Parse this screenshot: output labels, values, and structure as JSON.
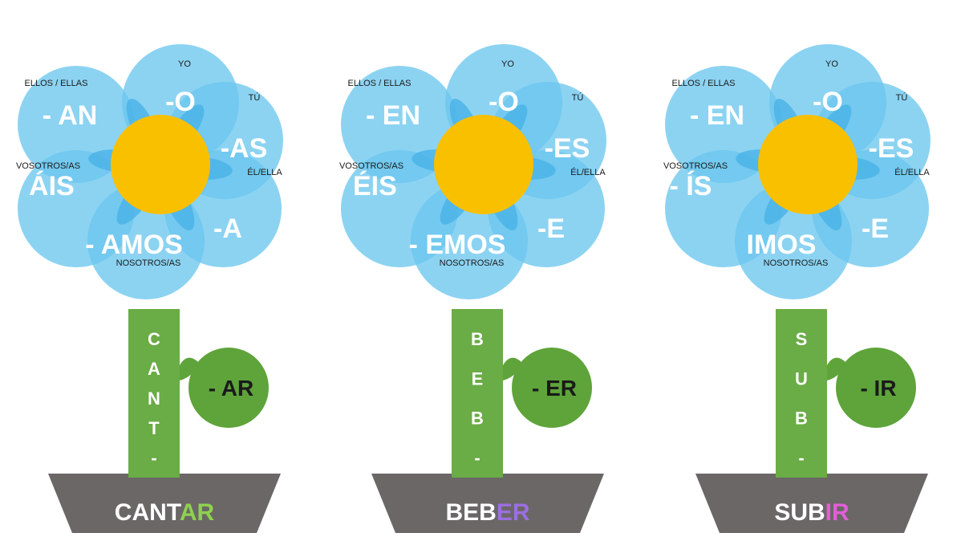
{
  "colors": {
    "petal": "#6cc6ee",
    "petal_overlap": "#48b3e6",
    "center": "#f9c000",
    "stem": "#6aac45",
    "leaf": "#5ea43a",
    "pot": "#6b6767",
    "pot_text": "#ffffff"
  },
  "flowers": [
    {
      "id": "ar",
      "pronouns": [
        "YO",
        "TÚ",
        "ÉL/ELLA",
        "NOSOTROS/AS",
        "VOSOTROS/AS",
        "ELLOS / ELLAS"
      ],
      "endings": [
        "-O",
        "-AS",
        "-A",
        "- AMOS",
        "- ÁIS",
        "- AN"
      ],
      "stem_letters": [
        "C",
        "A",
        "N",
        "T",
        "-"
      ],
      "leaf_label": "- AR",
      "pot_stem": "CANT",
      "pot_suffix": "AR",
      "suffix_color": "#8fd14f"
    },
    {
      "id": "er",
      "pronouns": [
        "YO",
        "TÚ",
        "ÉL/ELLA",
        "NOSOTROS/AS",
        "VOSOTROS/AS",
        "ELLOS / ELLAS"
      ],
      "endings": [
        "-O",
        "-ES",
        "-E",
        "- EMOS",
        "- ÉIS",
        "- EN"
      ],
      "stem_letters": [
        "B",
        "E",
        "B",
        "-"
      ],
      "leaf_label": "- ER",
      "pot_stem": "BEB",
      "pot_suffix": "ER",
      "suffix_color": "#9b6fe0"
    },
    {
      "id": "ir",
      "pronouns": [
        "YO",
        "TÚ",
        "ÉL/ELLA",
        "NOSOTROS/AS",
        "VOSOTROS/AS",
        "ELLOS / ELLAS"
      ],
      "endings": [
        "-O",
        "-ES",
        "-E",
        "IMOS",
        "- ÍS",
        "- EN"
      ],
      "stem_letters": [
        "S",
        "U",
        "B",
        "-"
      ],
      "leaf_label": "- IR",
      "pot_stem": "SUB",
      "pot_suffix": "IR",
      "suffix_color": "#e05fd8"
    }
  ]
}
